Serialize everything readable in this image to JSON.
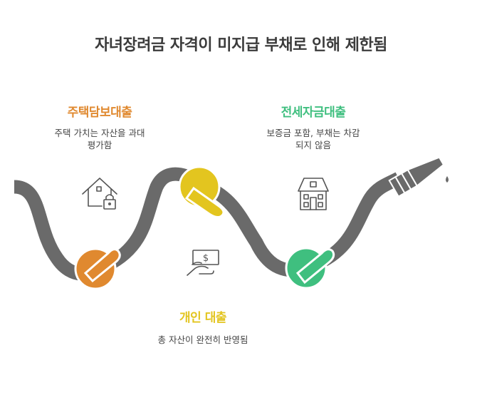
{
  "title": "자녀장려금 자격이 미지급 부채로 인해 제한됨",
  "items": [
    {
      "id": "mortgage",
      "heading": "주택담보대출",
      "description": "주택 가치는 자산을 과대\n평가함",
      "color": "#e0892f",
      "icon": "house-lock-icon"
    },
    {
      "id": "personal",
      "heading": "개인 대출",
      "description": "총 자산이 완전히 반영됨",
      "color": "#e3c51f",
      "icon": "hand-money-icon"
    },
    {
      "id": "jeonse",
      "heading": "전세자금대출",
      "description": "보증금 포함, 부채는 차감\n되지 않음",
      "color": "#3fbf7f",
      "icon": "building-icon"
    }
  ],
  "colors": {
    "hose": "#6a6a6a",
    "title": "#3b3b3b",
    "text": "#444444"
  }
}
